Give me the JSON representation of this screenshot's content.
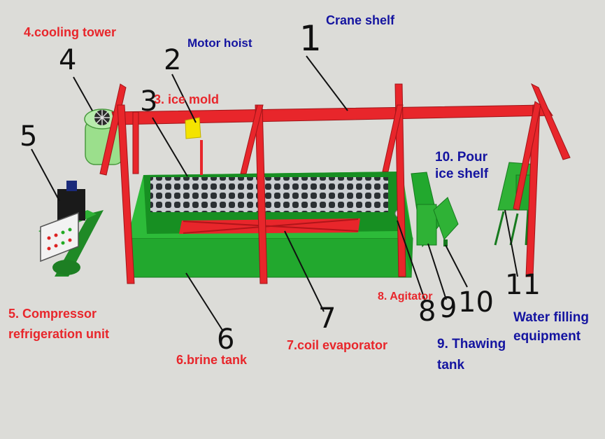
{
  "labels": {
    "crane_shelf": "Crane shelf",
    "motor_hoist": "Motor hoist",
    "cooling_tower": "4.cooling tower",
    "ice_mold": "3. ice mold",
    "pour_ice_shelf_1": "10.  Pour",
    "pour_ice_shelf_2": "ice shelf",
    "compressor_1": "5. Compressor",
    "compressor_2": "refrigeration unit",
    "brine_tank": "6.brine tank",
    "coil_evaporator": "7.coil evaporator",
    "agitator": "8. Agitator",
    "thawing_tank_1": "9.  Thawing",
    "thawing_tank_2": "tank",
    "water_filling_1": "Water filling",
    "water_filling_2": "equipment"
  },
  "numbers": {
    "n1": "1",
    "n2": "2",
    "n3": "3",
    "n4": "4",
    "n5": "5",
    "n6": "6",
    "n7": "7",
    "n8": "8",
    "n9": "9",
    "n10": "10",
    "n11": "11"
  },
  "colors": {
    "frame_red": "#e8262b",
    "tank_green": "#22a82e",
    "label_red": "#e8262b",
    "label_blue": "#1414a0"
  }
}
